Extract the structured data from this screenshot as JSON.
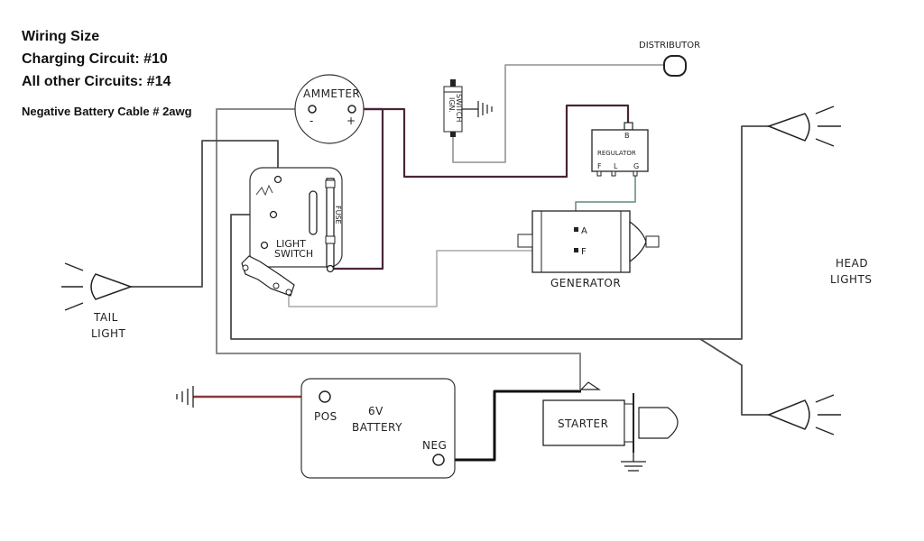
{
  "header": {
    "line1": "Wiring Size",
    "line2": "Charging Circuit: #10",
    "line3": "All other Circuits: #14",
    "line4": "Negative Battery Cable # 2awg"
  },
  "labels": {
    "distributor": "DISTRIBUTOR",
    "ammeter": "AMMETER",
    "ammeter_neg": "-",
    "ammeter_pos": "+",
    "ign_switch_1": "IGN.",
    "ign_switch_2": "SWITCH",
    "regulator": "REGULATOR",
    "reg_b": "B",
    "reg_f": "F",
    "reg_l": "L",
    "reg_g": "G",
    "fuse": "FUSE",
    "light_switch_1": "LIGHT",
    "light_switch_2": "SWITCH",
    "gen_a": "A",
    "gen_f": "F",
    "generator": "GENERATOR",
    "tail_light_1": "TAIL",
    "tail_light_2": "LIGHT",
    "head_lights_1": "HEAD",
    "head_lights_2": "LIGHTS",
    "battery_1": "6V",
    "battery_2": "BATTERY",
    "pos": "POS",
    "neg": "NEG",
    "starter": "STARTER"
  },
  "colors": {
    "wire_gray": "#8a8a8a",
    "wire_dark": "#4a4a4a",
    "wire_charge": "#4a2438",
    "wire_pos": "#8b3a3a",
    "wire_neg": "#111111",
    "wire_green": "#7a9a94",
    "wire_light": "#b5b5b5"
  }
}
